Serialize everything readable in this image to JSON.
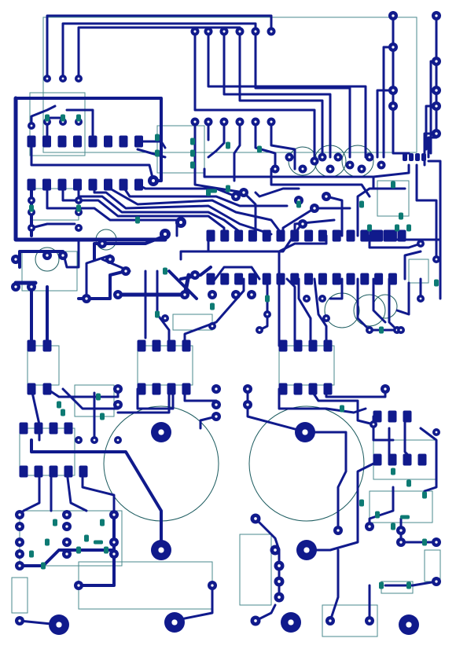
{
  "colors": {
    "background": "#ffffff",
    "trace": "#101a8c",
    "pad": "#101a8c",
    "smd_pad": "#0d7a73",
    "silkscreen": "#4a8a8c",
    "circle_outline": "#1a5a5e"
  },
  "layers": [
    "traces",
    "pads",
    "silkscreen"
  ]
}
